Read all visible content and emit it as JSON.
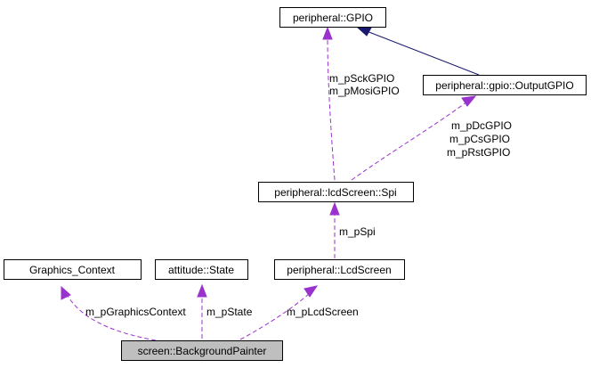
{
  "nodes": {
    "gpio": "peripheral::GPIO",
    "output_gpio": "peripheral::gpio::OutputGPIO",
    "lcd_spi": "peripheral::lcdScreen::Spi",
    "graphics_context": "Graphics_Context",
    "attitude_state": "attitude::State",
    "lcd_screen": "peripheral::LcdScreen",
    "background_painter": "screen::BackgroundPainter"
  },
  "edge_labels": {
    "sck_gpio": "m_pSckGPIO",
    "mosi_gpio": "m_pMosiGPIO",
    "dc_gpio": "m_pDcGPIO",
    "cs_gpio": "m_pCsGPIO",
    "rst_gpio": "m_pRstGPIO",
    "spi": "m_pSpi",
    "graphics_context": "m_pGraphicsContext",
    "state": "m_pState",
    "lcd_screen": "m_pLcdScreen"
  },
  "colors": {
    "usage_edge": "#9a32cd",
    "inheritance_edge": "#191970",
    "focus_node_fill": "#bfbfbf"
  }
}
